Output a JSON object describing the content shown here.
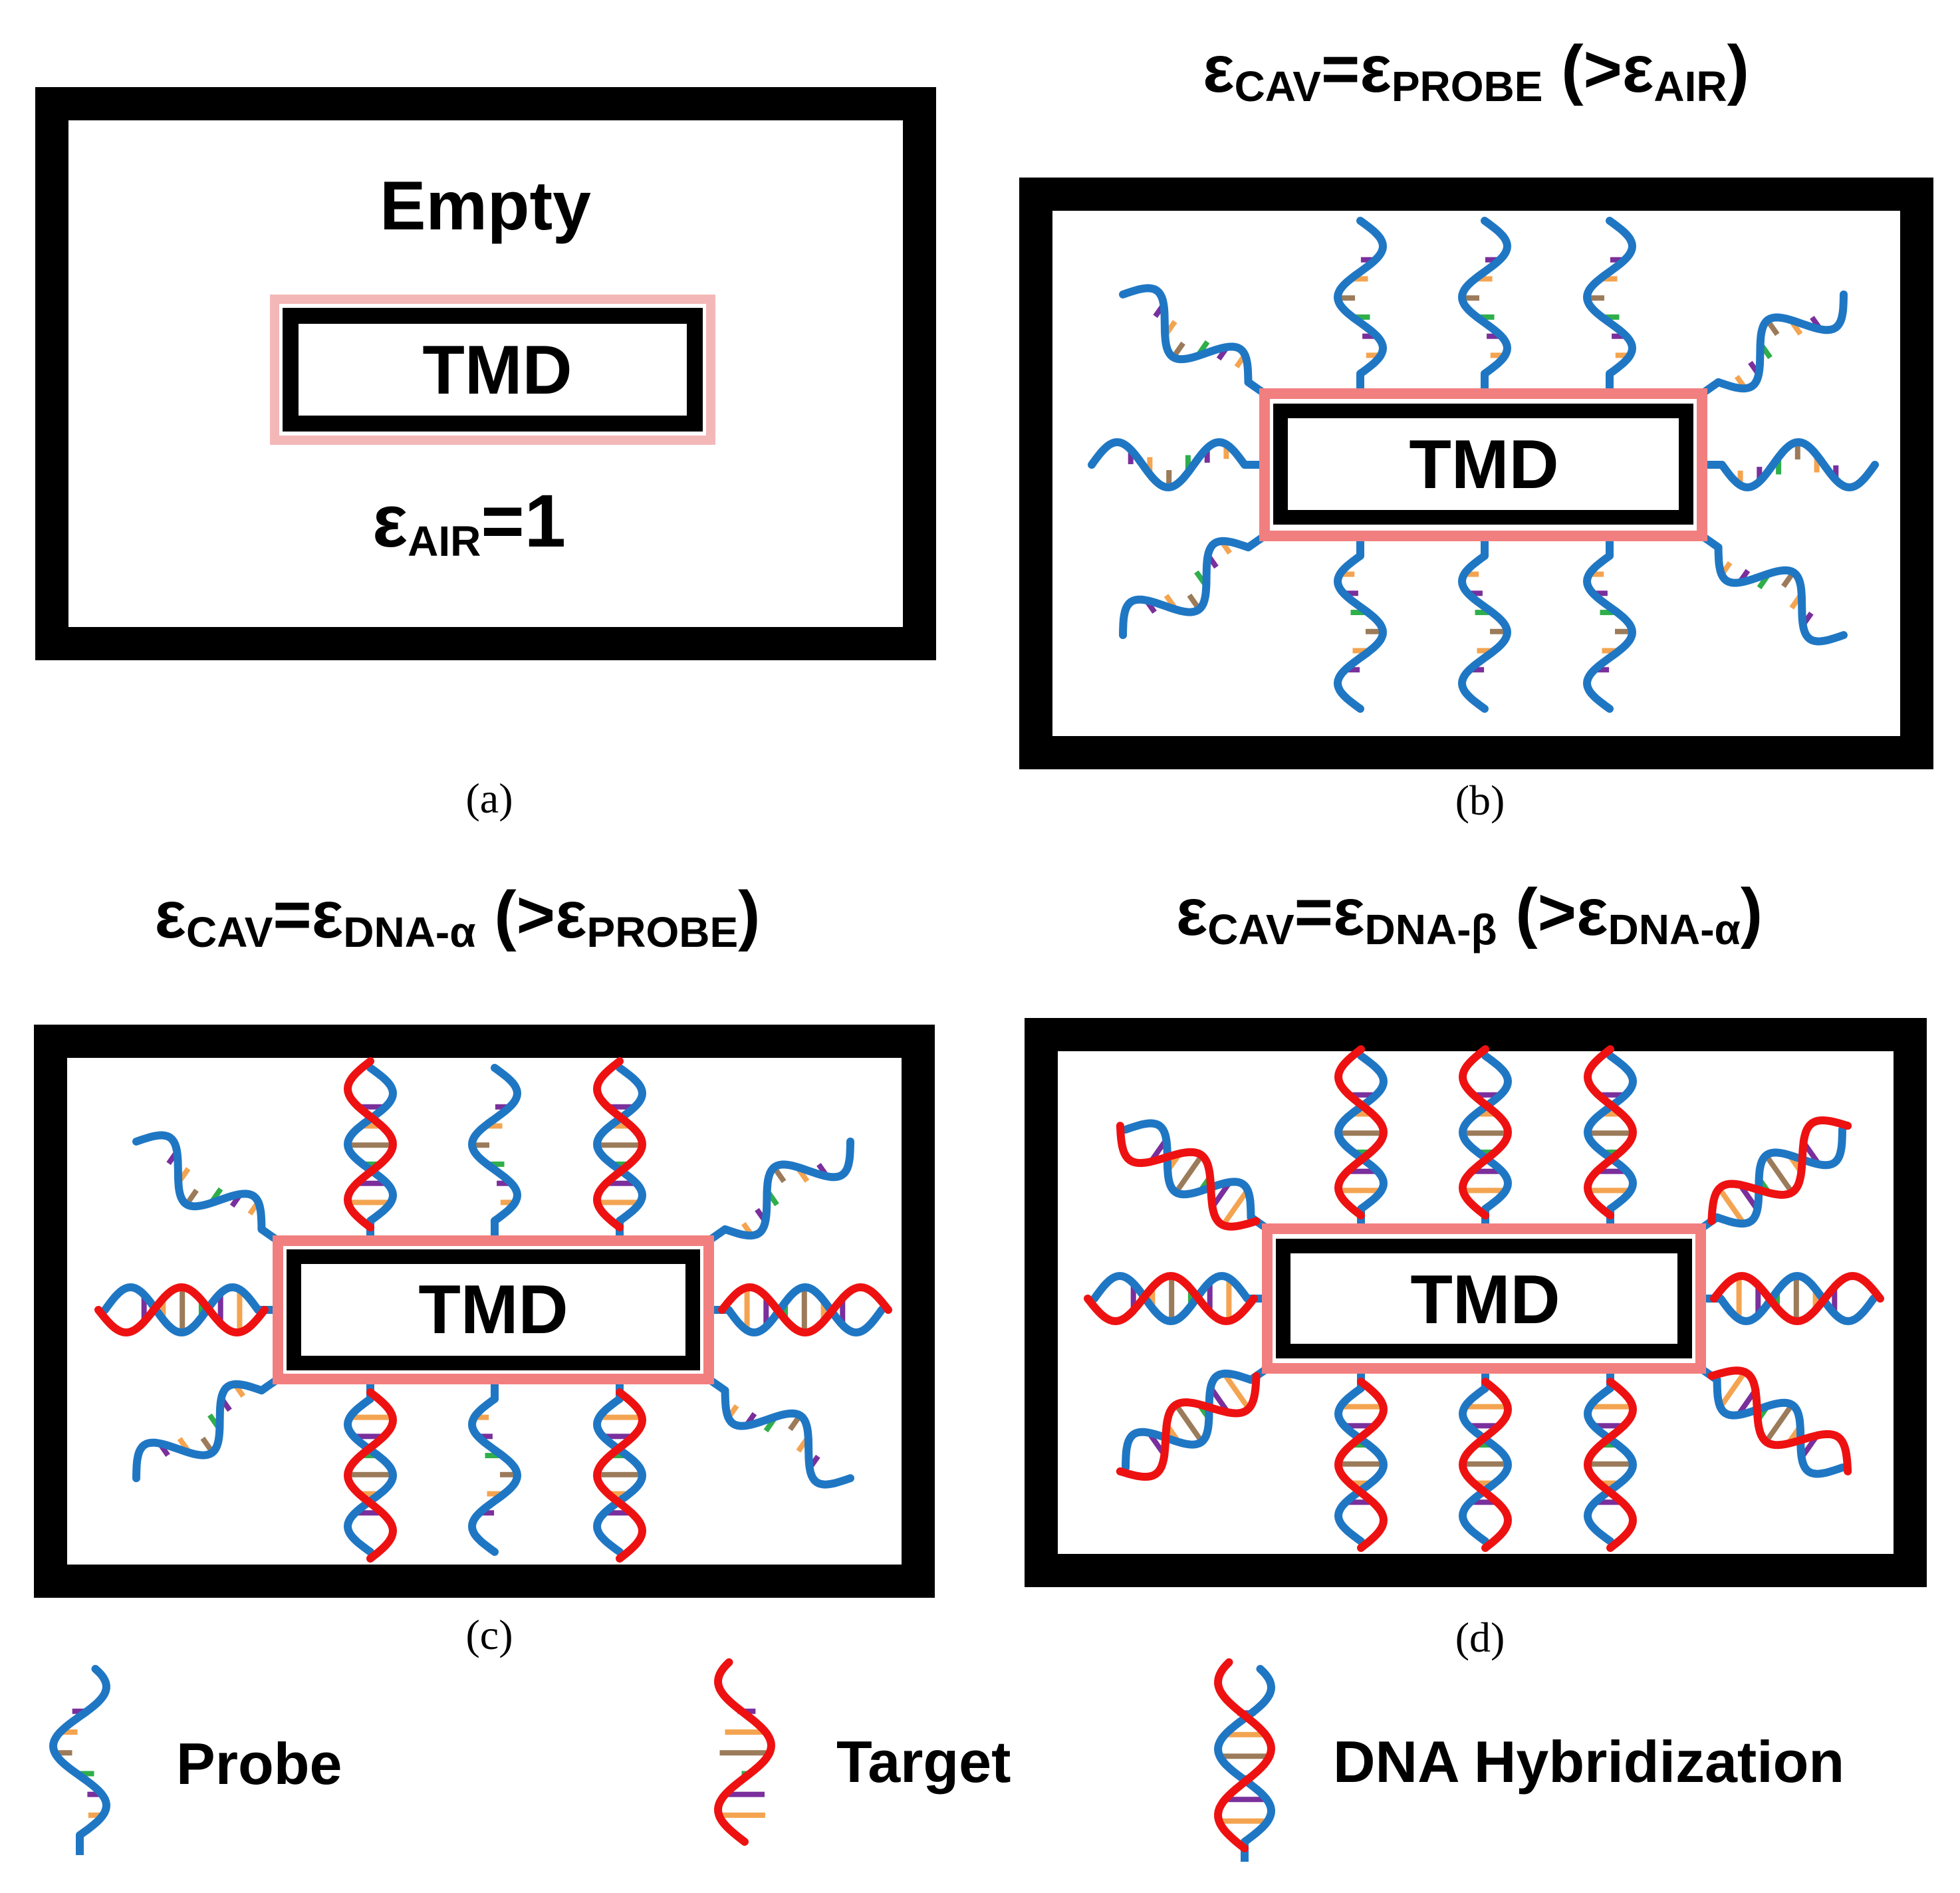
{
  "colors": {
    "frame": "#000000",
    "tmd_border": "#f27f7f",
    "tmd_border_light": "#f4b7b7",
    "probe": "#1f77c4",
    "target": "#ee1111",
    "base_orange": "#f4a450",
    "base_purple": "#7a2f9c",
    "base_green": "#2fae4a",
    "base_brown": "#9b7b5a"
  },
  "panel_a": {
    "empty_label": "Empty",
    "tmd_label": "TMD",
    "eps_symbol": "ε",
    "eps_sub": "AIR",
    "eps_value": "=1",
    "caption": "(a)"
  },
  "panel_b": {
    "title": {
      "s1": "ε",
      "sub1": "CAV",
      "eq": "=",
      "s2": "ε",
      "sub2": "PROBE",
      "open": " (>",
      "s3": "ε",
      "sub3": "AIR",
      "close": ")"
    },
    "tmd_label": "TMD",
    "caption": "(b)"
  },
  "panel_c": {
    "title": {
      "s1": "ε",
      "sub1": "CAV",
      "eq": "=",
      "s2": "ε",
      "sub2": "DNA-α",
      "open": " (>",
      "s3": "ε",
      "sub3": "PROBE",
      "close": ")"
    },
    "tmd_label": "TMD",
    "caption": "(c)"
  },
  "panel_d": {
    "title": {
      "s1": "ε",
      "sub1": "CAV",
      "eq": "=",
      "s2": "ε",
      "sub2": "DNA-β",
      "open": " (>",
      "s3": "ε",
      "sub3": "DNA-α",
      "close": ")"
    },
    "tmd_label": "TMD",
    "caption": "(d)"
  },
  "legend": {
    "probe": "Probe",
    "target": "Target",
    "hybrid": "DNA Hybridization"
  }
}
